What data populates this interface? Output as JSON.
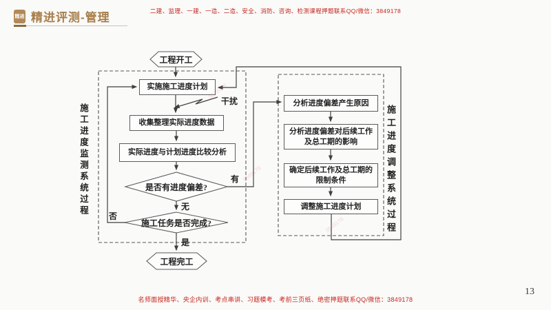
{
  "header": {
    "logo_text": "精进",
    "title": "精进评测-管理",
    "top_notice": "二建、监理、一建、一造、二造、安全、消防、咨询、检测课程押题联系QQ/微信：3849178"
  },
  "flowchart": {
    "start": "工程开工",
    "end": "工程完工",
    "left_system_label": "施工进度监测系统过程",
    "right_system_label": "施工进度调整系统过程",
    "boxes": {
      "implement_plan": "实施施工进度计划",
      "collect_data": "收集整理实际进度数据",
      "compare_analysis": "实际进度与计划进度比较分析",
      "analyze_cause": "分析进度偏差产生原因",
      "analyze_impact": "分析进度偏差对后续工作及总工期的影响",
      "determine_constraints": "确定后续工作及总工期的限制条件",
      "adjust_plan": "调整施工进度计划"
    },
    "decisions": {
      "has_deviation": "是否有进度偏差?",
      "task_complete": "施工任务是否完成?"
    },
    "branch_labels": {
      "yes_deviation": "有",
      "no_deviation": "无",
      "not_complete": "否",
      "complete": "是",
      "disturbance": "干扰"
    }
  },
  "footer": {
    "notice": "名师面授精华、央企内训、考点串讲、习题模考、考前三页纸、绝密押题联系QQ/微信：3849178",
    "page_number": "13"
  },
  "watermark": "3849178",
  "colors": {
    "brand": "#a87e4a",
    "notice_red": "#c5231c",
    "line": "#3f3f3f"
  }
}
